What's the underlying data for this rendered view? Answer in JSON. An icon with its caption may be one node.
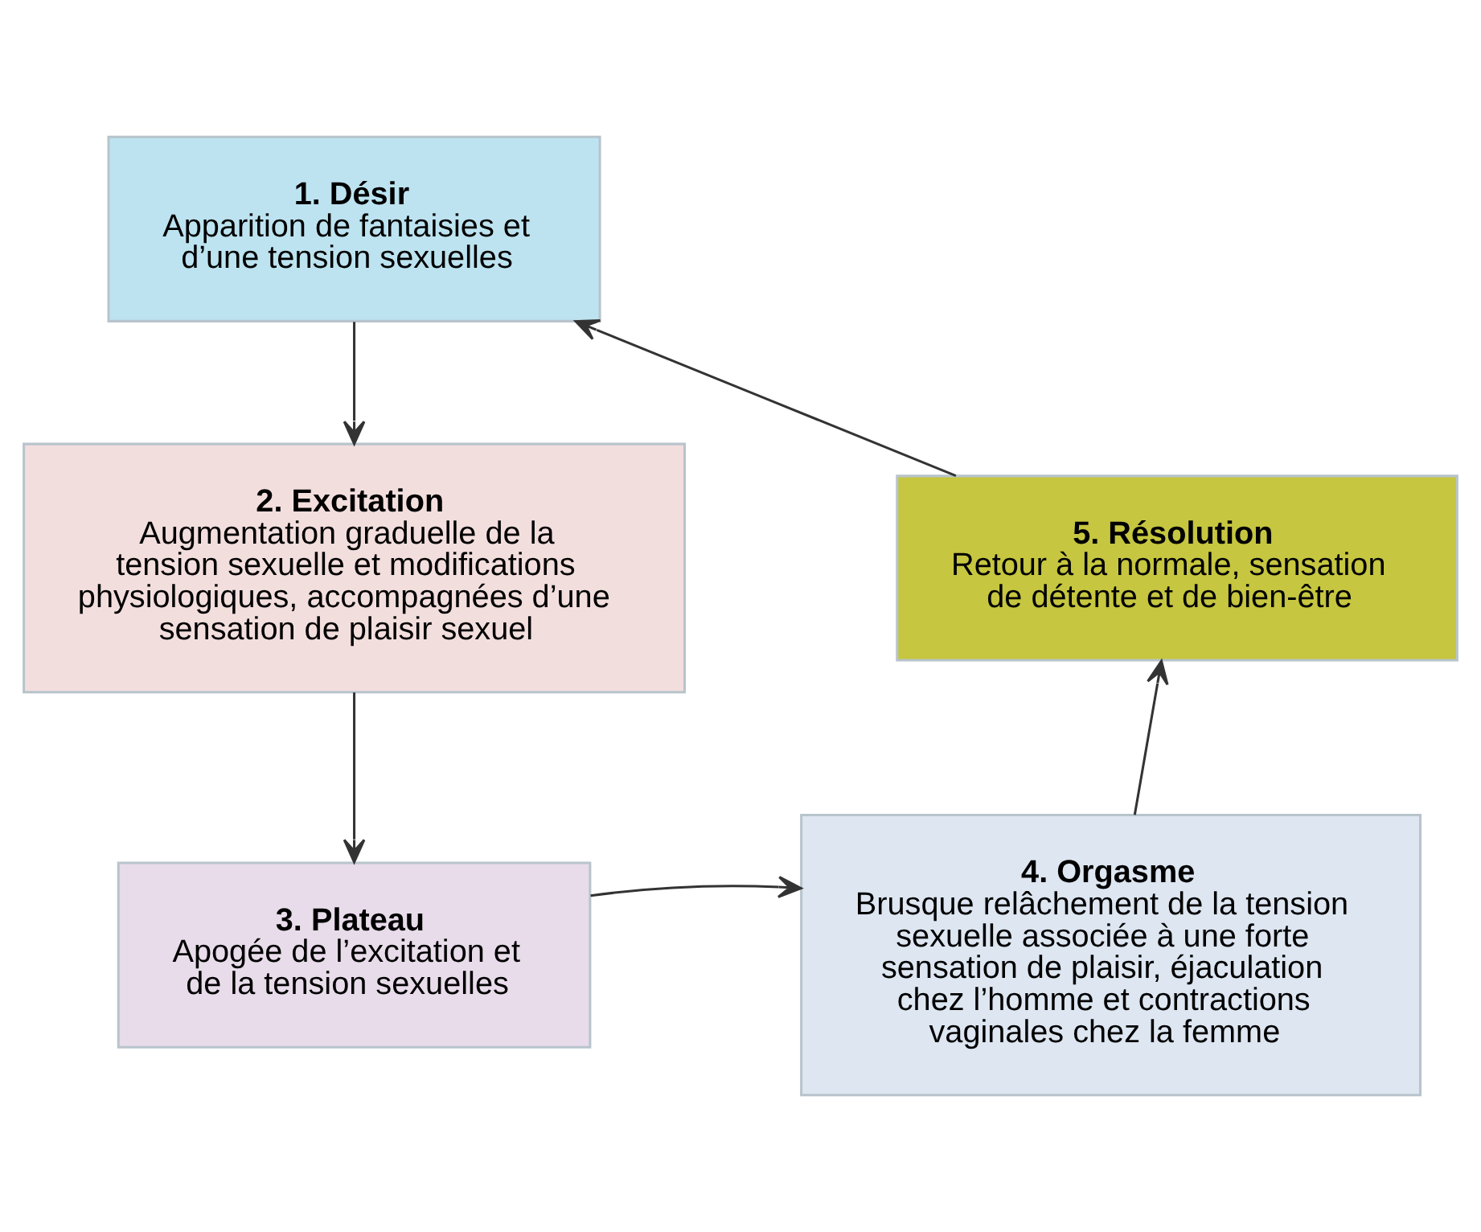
{
  "diagram": {
    "nodes": [
      {
        "text": [
          "1. Désir",
          "Apparition de fantaisies et d’une tension sexuelles"
        ]
      },
      {
        "text": [
          "2. Excitation",
          "Augmentation graduelle de la tension sexuelle et modifications physiologiques, accompagnées d’une sensation de plaisir sexuel"
        ]
      },
      {
        "text": [
          "3. Plateau",
          "Apogée de l’excitation et de la tension sexuelles"
        ]
      },
      {
        "text": [
          "4. Orgasme",
          "Brusque relâchement de la tension sexuelle associée à une forte sensation de plaisir, éjaculation chez l’homme et contractions vaginales chez la femme"
        ]
      },
      {
        "text": [
          "5. Résolution",
          "Retour à la normale, sensation de détente et de bien-être"
        ]
      }
    ],
    "edges": [
      {
        "from": 0,
        "to": 1,
        "arrow": "to"
      },
      {
        "from": 1,
        "to": 2,
        "arrow": "to"
      },
      {
        "from": 2,
        "to": 3,
        "arrow": "to"
      },
      {
        "from": 3,
        "to": 4,
        "arrow": "to"
      },
      {
        "from": 4,
        "to": 0,
        "arrow": "to"
      }
    ]
  }
}
